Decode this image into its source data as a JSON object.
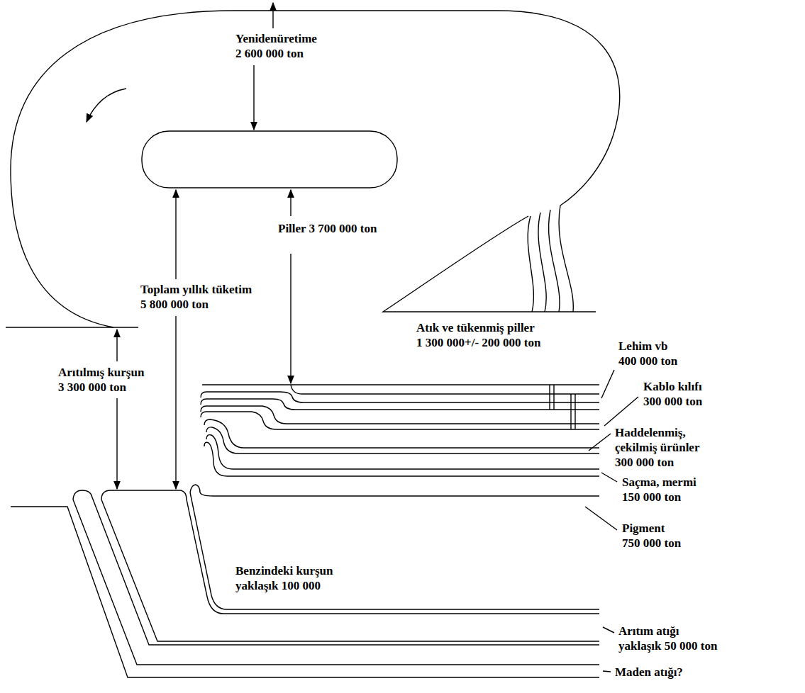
{
  "diagram": {
    "labels": [
      "Yenidenüretime 2 600 000 ton",
      "Piller 3 700 000 ton",
      "Toplam yıllık tüketim 5 800 000 ton",
      "Atık ve tükenmiş piller 1 300 000+/- 200 000 ton",
      "Lehim vb 400 000 ton",
      "Arıtılmış kurşun 3 300 000 ton",
      "Kablo kılıfı 300 000 ton",
      "Haddelenmiş, çekilmiş ürünler 300 000 ton",
      "Saçma, mermi 150 000 ton",
      "Pigment 750 000 ton",
      "Benzindeki kurşun yaklaşık 100 000",
      "Arıtım atığı yaklaşık 50 000 ton",
      "Maden atığı?"
    ]
  }
}
